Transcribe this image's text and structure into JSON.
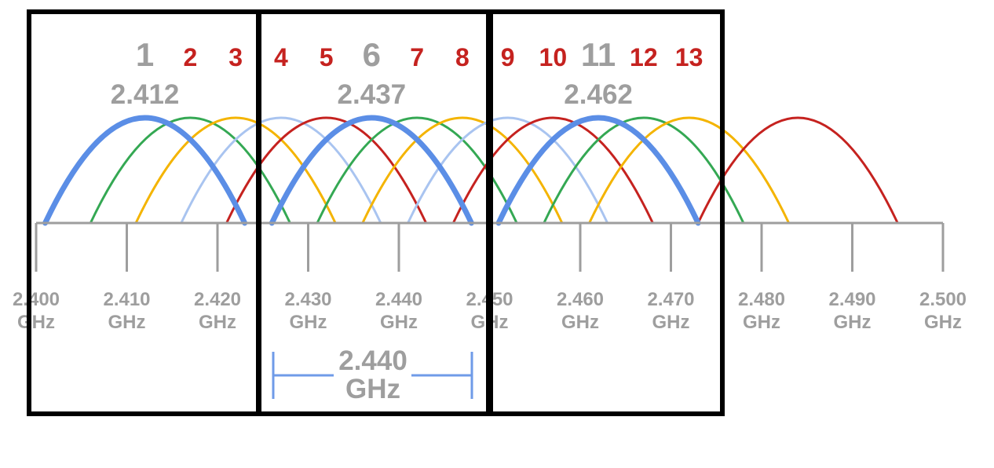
{
  "chart_data": {
    "type": "diagram",
    "axis": {
      "ticks": [
        {
          "value": "2.400",
          "unit": "GHz"
        },
        {
          "value": "2.410",
          "unit": "GHz"
        },
        {
          "value": "2.420",
          "unit": "GHz"
        },
        {
          "value": "2.430",
          "unit": "GHz"
        },
        {
          "value": "2.440",
          "unit": "GHz"
        },
        {
          "value": "2.450",
          "unit": "GHz"
        },
        {
          "value": "2.460",
          "unit": "GHz"
        },
        {
          "value": "2.470",
          "unit": "GHz"
        },
        {
          "value": "2.480",
          "unit": "GHz"
        },
        {
          "value": "2.490",
          "unit": "GHz"
        },
        {
          "value": "2.500",
          "unit": "GHz"
        }
      ]
    },
    "channels": [
      {
        "number": "1",
        "center": 2.412,
        "color": "#5b8ee6",
        "emphasis": true
      },
      {
        "number": "2",
        "center": 2.417,
        "color": "#34a853",
        "emphasis": false
      },
      {
        "number": "3",
        "center": 2.422,
        "color": "#f4b400",
        "emphasis": false
      },
      {
        "number": "4",
        "center": 2.427,
        "color": "#a9c4f0",
        "emphasis": false
      },
      {
        "number": "5",
        "center": 2.432,
        "color": "#c5221f",
        "emphasis": false
      },
      {
        "number": "6",
        "center": 2.437,
        "color": "#5b8ee6",
        "emphasis": true
      },
      {
        "number": "7",
        "center": 2.442,
        "color": "#34a853",
        "emphasis": false
      },
      {
        "number": "8",
        "center": 2.447,
        "color": "#f4b400",
        "emphasis": false
      },
      {
        "number": "9",
        "center": 2.452,
        "color": "#a9c4f0",
        "emphasis": false
      },
      {
        "number": "10",
        "center": 2.457,
        "color": "#c5221f",
        "emphasis": false
      },
      {
        "number": "11",
        "center": 2.462,
        "color": "#5b8ee6",
        "emphasis": true
      },
      {
        "number": "12",
        "center": 2.467,
        "color": "#34a853",
        "emphasis": false
      },
      {
        "number": "13",
        "center": 2.472,
        "color": "#f4b400",
        "emphasis": false
      },
      {
        "number": "",
        "center": 2.484,
        "color": "#c5221f",
        "emphasis": false
      }
    ],
    "channel_width_ghz": 0.022,
    "center_labels": [
      "2.412",
      "2.437",
      "2.462"
    ],
    "bandwidth": {
      "value": "2.440",
      "unit": "GHz",
      "color": "#6f9be8"
    },
    "label_colors": {
      "primary": "#9e9e9e",
      "secondary": "#c5221f"
    },
    "box_color": "#000000"
  }
}
